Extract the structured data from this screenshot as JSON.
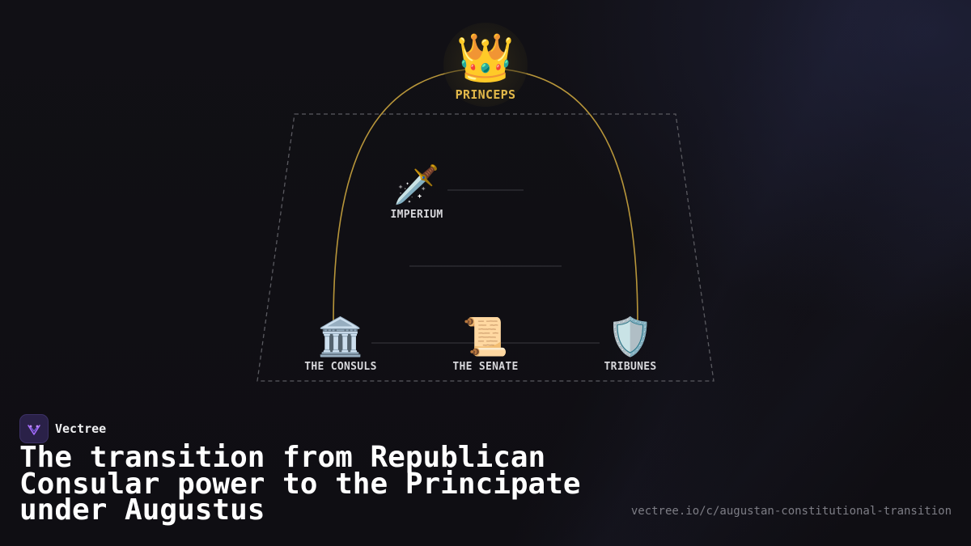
{
  "diagram": {
    "top_node": {
      "icon_name": "crown-icon",
      "emoji": "👑",
      "label": "PRINCEPS"
    },
    "mid_node": {
      "icon_name": "sword-icon",
      "emoji": "🗡️",
      "label": "IMPERIUM"
    },
    "base_nodes": [
      {
        "icon_name": "classical-building-icon",
        "emoji": "🏛️",
        "label": "THE CONSULS"
      },
      {
        "icon_name": "scroll-icon",
        "emoji": "📜",
        "label": "THE SENATE"
      },
      {
        "icon_name": "shield-icon",
        "emoji": "🛡️",
        "label": "TRIBUNES"
      }
    ],
    "colors": {
      "arc": "#b8963a",
      "princeps_label": "#e2b84a",
      "frame_border": "#5a5a60"
    }
  },
  "brand": {
    "name": "Vectree",
    "logo_icon": "vectree-logo-icon"
  },
  "headline": "The transition from Republican Consular power to the Principate under Augustus",
  "url": "vectree.io/c/augustan-constitutional-transition"
}
